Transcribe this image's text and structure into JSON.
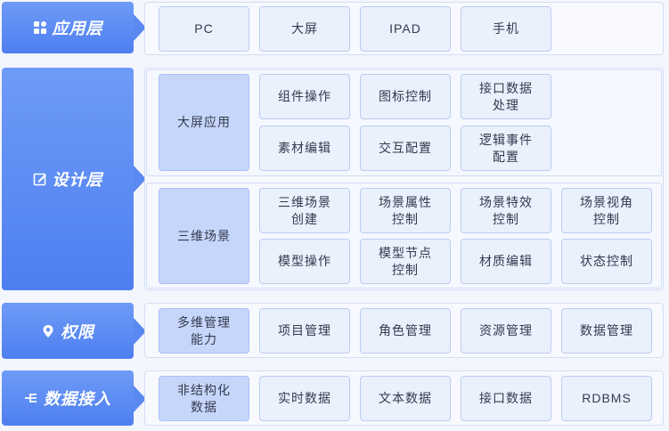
{
  "layers": [
    {
      "label": "应用层",
      "icon": "apps-grid-icon"
    },
    {
      "label": "设计层",
      "icon": "edit-icon"
    },
    {
      "label": "权限",
      "icon": "location-pin-icon"
    },
    {
      "label": "数据接入",
      "icon": "connector-icon"
    }
  ],
  "app": {
    "items": [
      "PC",
      "大屏",
      "IPAD",
      "手机"
    ]
  },
  "design": {
    "group1": {
      "title": "大屏应用",
      "items": [
        "组件操作",
        "图标控制",
        "接口数据\n处理",
        "素材编辑",
        "交互配置",
        "逻辑事件\n配置"
      ]
    },
    "group2": {
      "title": "三维场景",
      "items": [
        "三维场景\n创建",
        "场景属性\n控制",
        "场景特效\n控制",
        "场景视角\n控制",
        "模型操作",
        "模型节点\n控制",
        "材质编辑",
        "状态控制"
      ]
    }
  },
  "permission": {
    "items": [
      "多维管理\n能力",
      "项目管理",
      "角色管理",
      "资源管理",
      "数据管理"
    ]
  },
  "data_access": {
    "items": [
      "非结构化\n数据",
      "实时数据",
      "文本数据",
      "接口数据",
      "RDBMS"
    ]
  },
  "colors": {
    "label": "#5a89f2",
    "box": "#eaf0fc",
    "box_primary": "#c6d6fb",
    "border": "#bccdf2"
  }
}
